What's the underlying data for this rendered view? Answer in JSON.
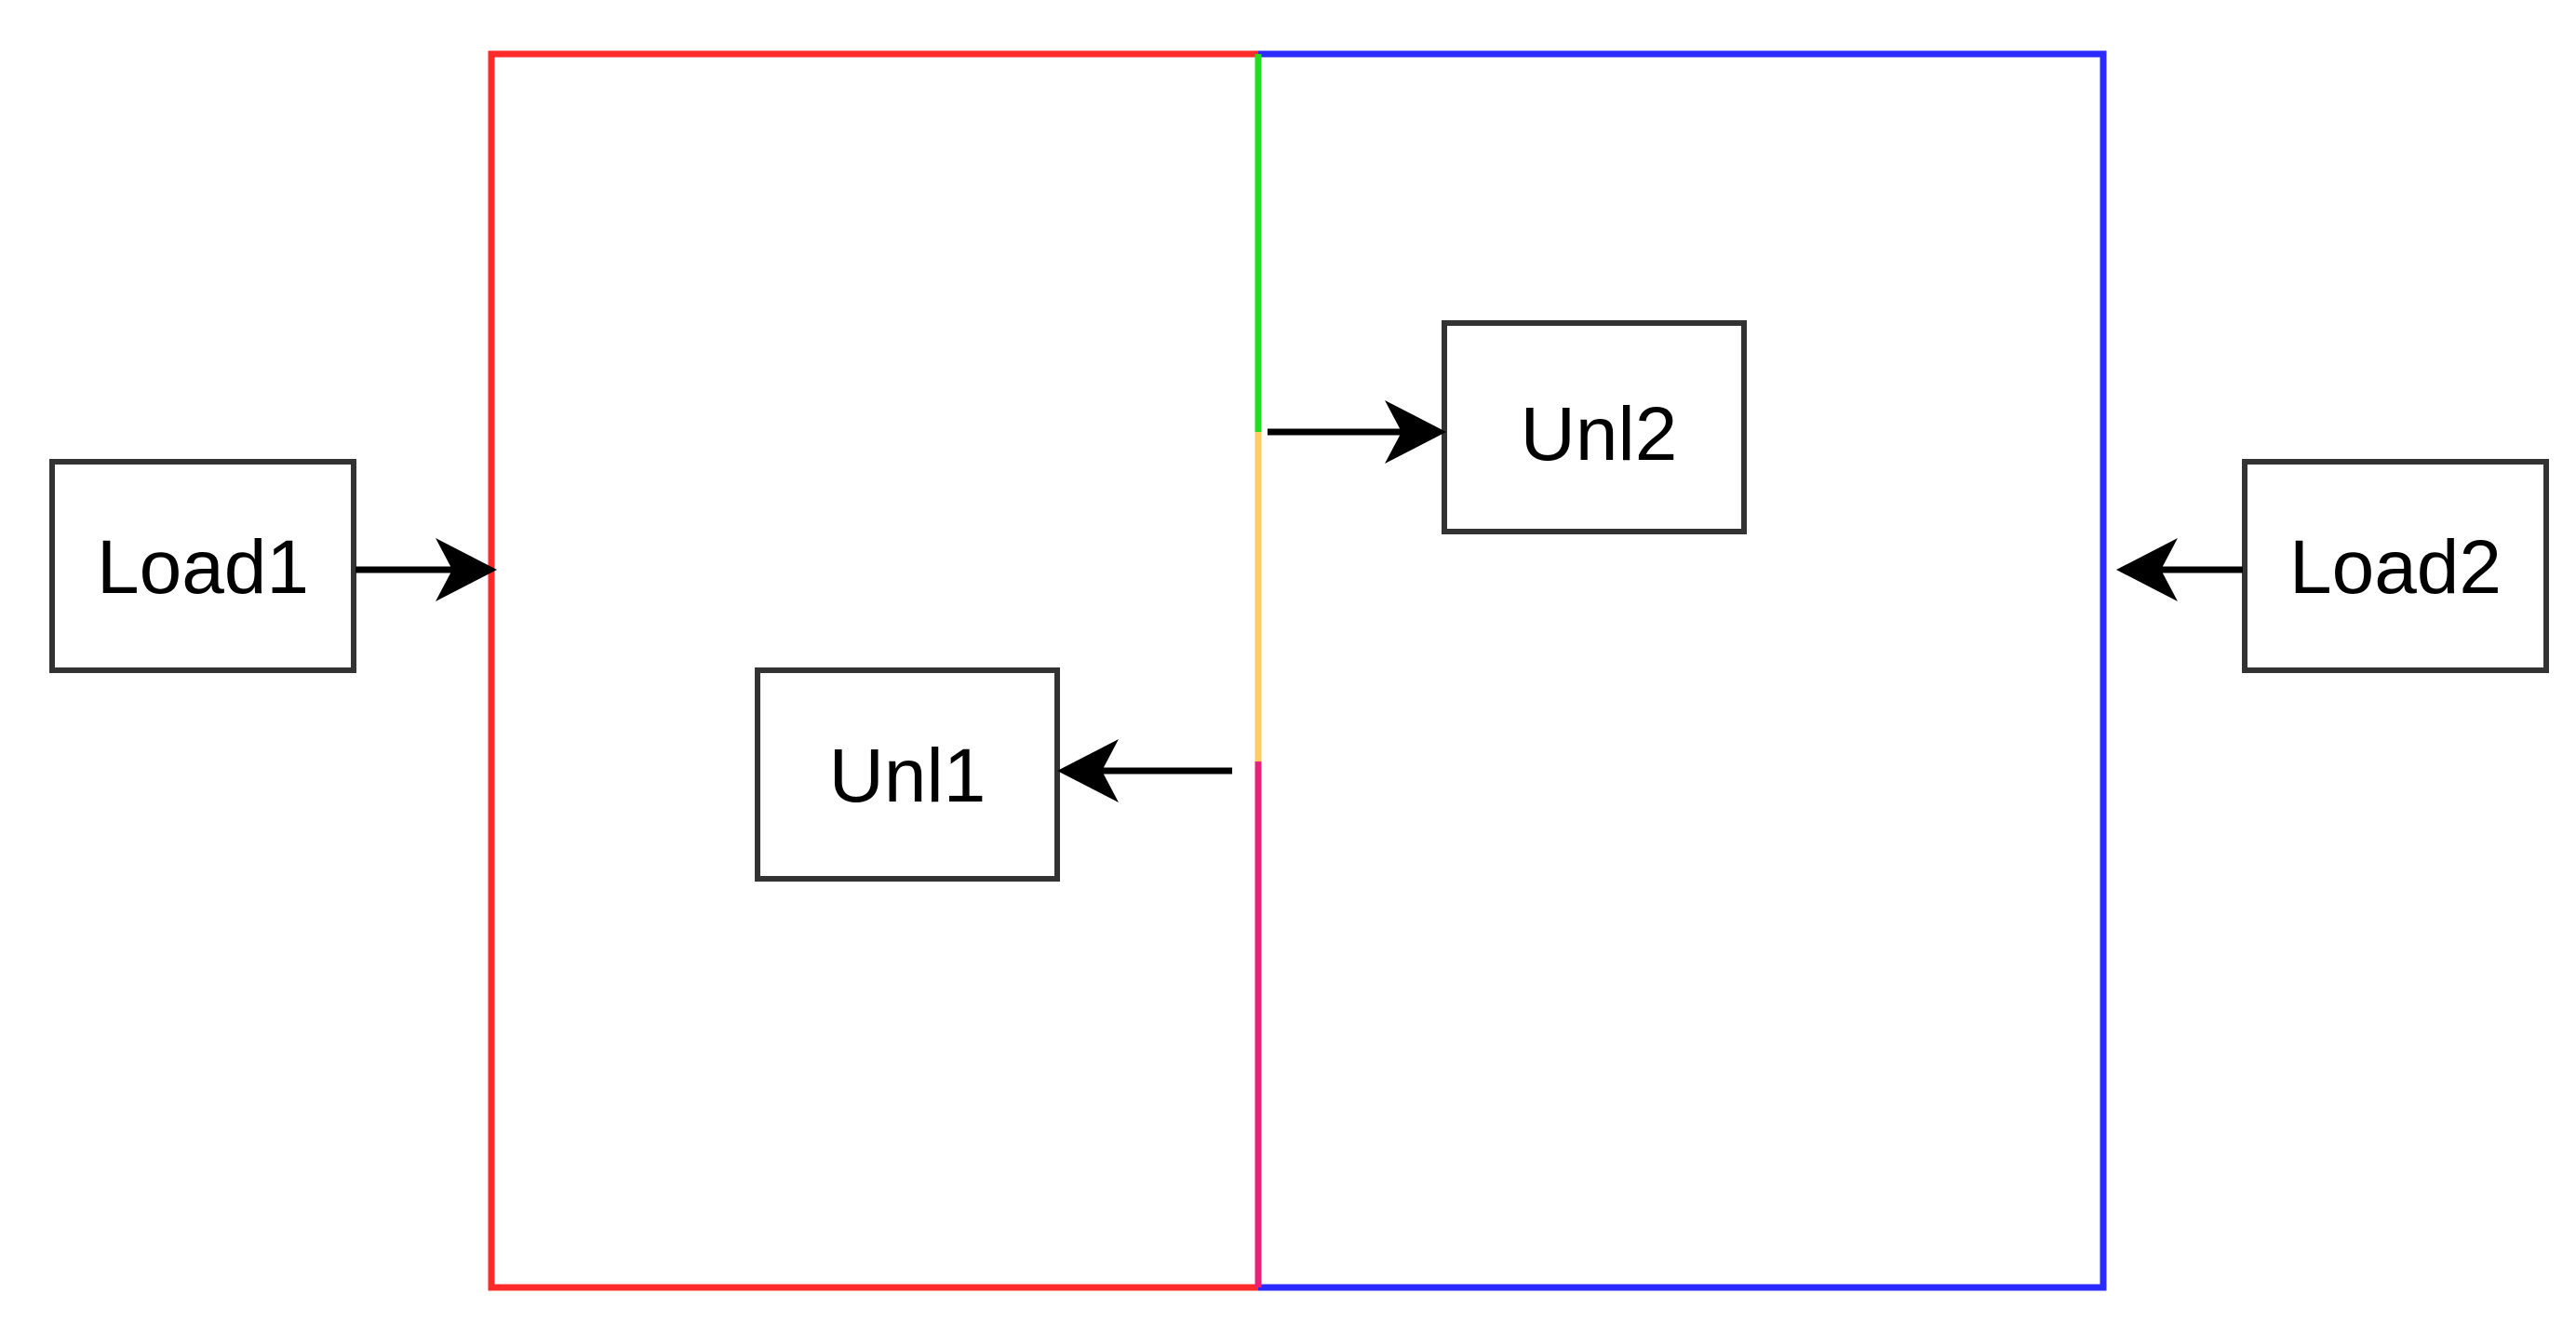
{
  "boxes": {
    "load1": {
      "label": "Load1"
    },
    "load2": {
      "label": "Load2"
    },
    "unl1": {
      "label": "Unl1"
    },
    "unl2": {
      "label": "Unl2"
    }
  },
  "colors": {
    "left_region": "#ff2a2a",
    "right_region": "#2b2bff",
    "divider_top": "#22dd22",
    "divider_middle": "#ffcc66",
    "divider_bottom": "#e8207a",
    "box_stroke": "#333333",
    "arrow": "#000000"
  }
}
